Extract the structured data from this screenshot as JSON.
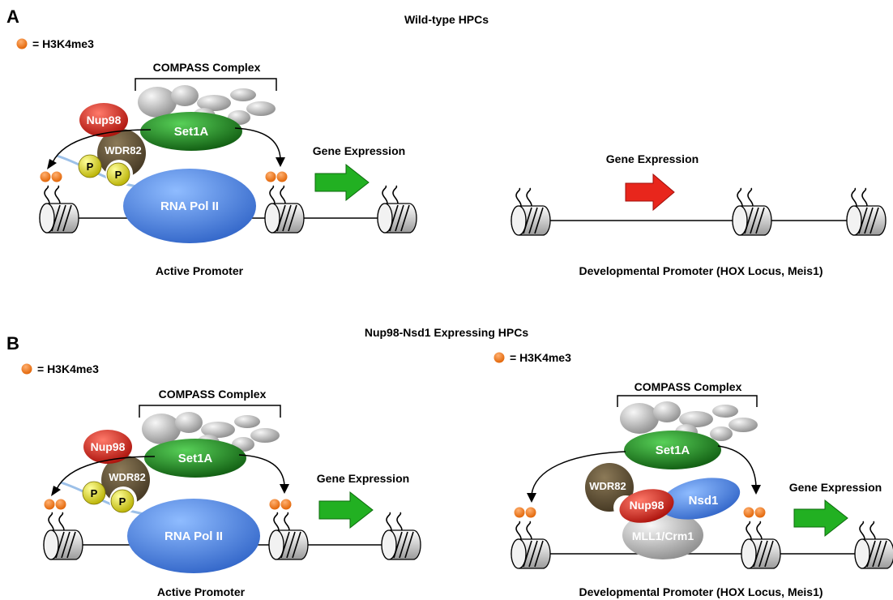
{
  "panels": {
    "a": {
      "letter": "A",
      "title": "Wild-type HPCs",
      "legend": "= H3K4me3",
      "left": {
        "complex": "COMPASS Complex",
        "nup98": "Nup98",
        "set1a": "Set1A",
        "wdr82": "WDR82",
        "p1": "P",
        "p2": "P",
        "rnapol": "RNA Pol II",
        "gene_expression": "Gene Expression",
        "caption": "Active Promoter"
      },
      "right": {
        "gene_expression": "Gene Expression",
        "caption": "Developmental Promoter (HOX Locus, Meis1)"
      }
    },
    "b": {
      "letter": "B",
      "title": "Nup98-Nsd1 Expressing HPCs",
      "legend_left": "= H3K4me3",
      "legend_right": "= H3K4me3",
      "left": {
        "complex": "COMPASS Complex",
        "nup98": "Nup98",
        "set1a": "Set1A",
        "wdr82": "WDR82",
        "p1": "P",
        "p2": "P",
        "rnapol": "RNA Pol II",
        "gene_expression": "Gene Expression",
        "caption": "Active Promoter"
      },
      "right": {
        "complex": "COMPASS Complex",
        "set1a": "Set1A",
        "wdr82": "WDR82",
        "nup98": "Nup98",
        "nsd1": "Nsd1",
        "mll1": "MLL1/Crm1",
        "gene_expression": "Gene Expression",
        "caption": "Developmental Promoter (HOX Locus, Meis1)"
      }
    }
  },
  "colors": {
    "h3k4me3": "#f47b20",
    "nup98": "#e8261c",
    "set1a": "#1f8f1f",
    "wdr82": "#5a4a30",
    "phospho": "#e8e800",
    "rnapol": "#3f7fe0",
    "nsd1": "#3a6fe0",
    "mll1": "#b9b9b9",
    "compass_subunit": "#c8c8c8",
    "active_arrow": "#22b022",
    "silent_arrow": "#e8261c"
  },
  "icons": {
    "mark": "orange-dot-icon",
    "nucleosome": "nucleosome-cylinder-icon",
    "arrow": "block-arrow-icon"
  }
}
